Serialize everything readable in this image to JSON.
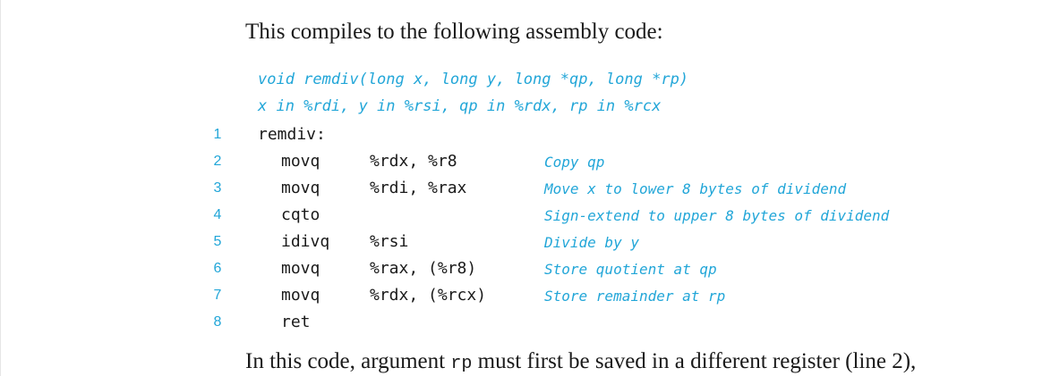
{
  "intro_text": "This compiles to the following assembly code:",
  "header": {
    "signature": "void remdiv(long x, long y, long *qp, long *rp)",
    "register_map": "x in %rdi, y in %rsi, qp in %rdx, rp in %rcx"
  },
  "lines": [
    {
      "number": "1",
      "label": "remdiv:",
      "instr": "",
      "operands": "",
      "comment": ""
    },
    {
      "number": "2",
      "label": "",
      "instr": "movq",
      "operands": "%rdx, %r8",
      "comment": "Copy qp"
    },
    {
      "number": "3",
      "label": "",
      "instr": "movq",
      "operands": "%rdi, %rax",
      "comment": "Move x to lower 8 bytes of dividend"
    },
    {
      "number": "4",
      "label": "",
      "instr": "cqto",
      "operands": "",
      "comment": "Sign-extend to upper 8 bytes of dividend"
    },
    {
      "number": "5",
      "label": "",
      "instr": "idivq",
      "operands": "%rsi",
      "comment": "Divide by y"
    },
    {
      "number": "6",
      "label": "",
      "instr": "movq",
      "operands": "%rax, (%r8)",
      "comment": "Store quotient at qp"
    },
    {
      "number": "7",
      "label": "",
      "instr": "movq",
      "operands": "%rdx, (%rcx)",
      "comment": "Store remainder at rp"
    },
    {
      "number": "8",
      "label": "",
      "instr": "ret",
      "operands": "",
      "comment": ""
    }
  ],
  "outro": {
    "before": "In this code, argument ",
    "code": "rp",
    "after": " must first be saved in a different register (line 2),"
  },
  "colors": {
    "accent": "#22a6d8",
    "text": "#1a1a1a"
  }
}
